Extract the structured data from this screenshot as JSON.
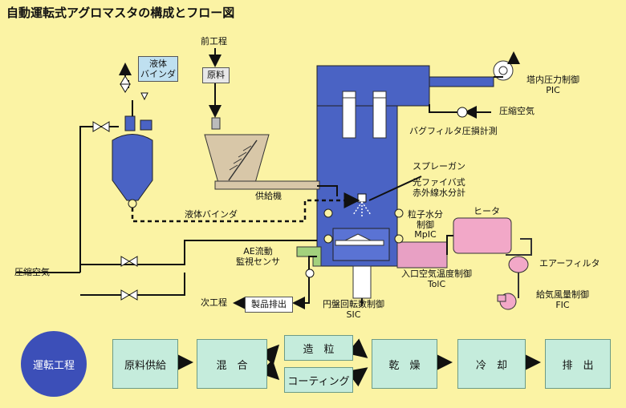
{
  "title": "自動運転式アグロマスタの構成とフロー図",
  "labels": {
    "prev_process": "前工程",
    "raw_material": "原料",
    "liquid_binder_box": "液体\nバインダ",
    "feeder": "供給機",
    "liquid_binder_line": "液体バインダ",
    "compressed_air_left": "圧縮空気",
    "ae_sensor": "AE流動\n監視センサ",
    "next_process": "次工程",
    "product_discharge": "製品排出",
    "disc_speed": "円盤回転数制御\nSIC",
    "inlet_temp": "入口空気温度制御\nTolC",
    "particle_moisture": "粒子水分\n制御\nMpIC",
    "heater": "ヒータ",
    "air_filter": "エアーフィルタ",
    "supply_air_flow": "給気風量制御\nFIC",
    "spray_gun": "スプレーガン",
    "fiber_ir": "光ファイバ式\n赤外線水分計",
    "bag_filter": "バグフィルタ圧損計測",
    "compressed_air_right": "圧縮空気",
    "tower_pressure": "塔内圧力制御\nPIC"
  },
  "process_flow": {
    "header": "運転工程",
    "steps": {
      "raw_supply": "原料供給",
      "mixing": "混　合",
      "granulation": "造　粒",
      "coating": "コーティング",
      "drying": "乾　燥",
      "cooling": "冷　却",
      "discharge": "排　出"
    }
  },
  "colors": {
    "background": "#fbf3a4",
    "tower": "#4a63c4",
    "vessel": "#4a63c4",
    "binder_box": "#bfe0f0",
    "material_box": "#e8e8e8",
    "hopper": "#d8c7a8",
    "heater": "#f2a8c8",
    "fan": "#f2a8c8",
    "process_step": "#c5ecdc",
    "process_header": "#3c4fb8",
    "sensor": "#a3d17d",
    "inlet_duct": "#e8a0c4"
  }
}
